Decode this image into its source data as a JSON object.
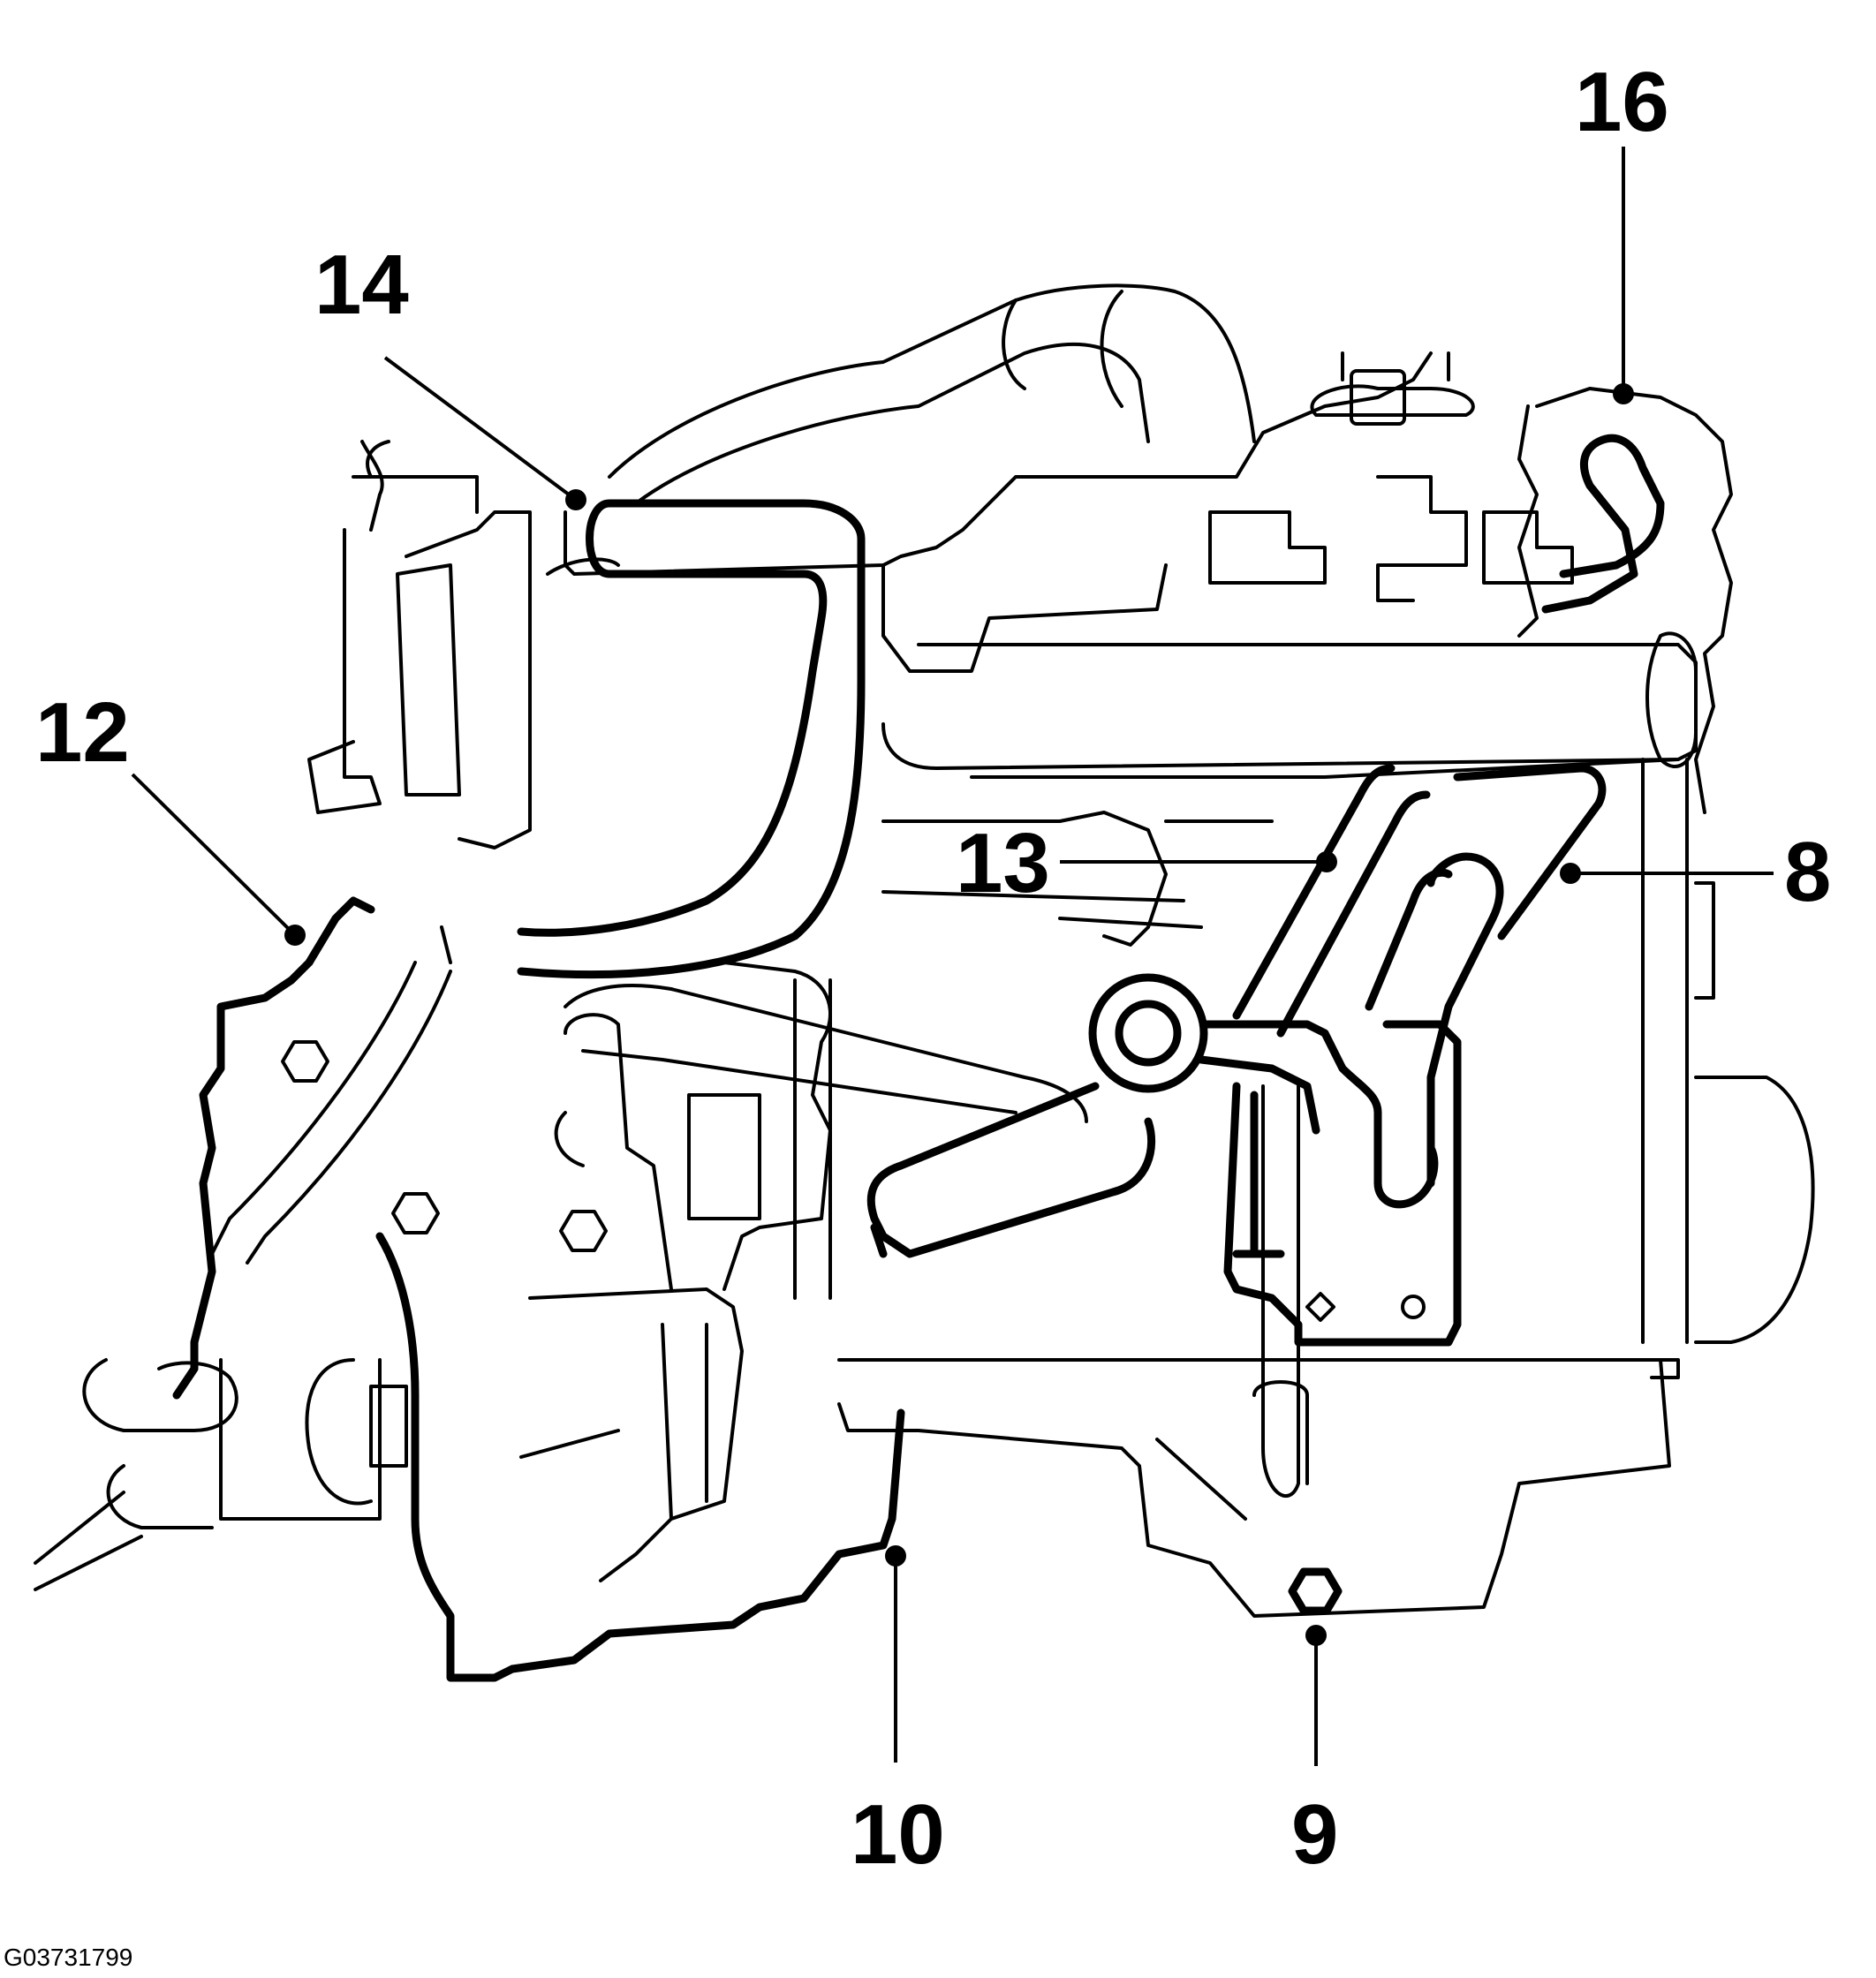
{
  "figure": {
    "id": "G03731799",
    "callouts": [
      {
        "key": "c8",
        "label": "8"
      },
      {
        "key": "c9",
        "label": "9"
      },
      {
        "key": "c10",
        "label": "10"
      },
      {
        "key": "c12",
        "label": "12"
      },
      {
        "key": "c13",
        "label": "13"
      },
      {
        "key": "c14",
        "label": "14"
      },
      {
        "key": "c16",
        "label": "16"
      }
    ]
  },
  "colors": {
    "ink": "#000000",
    "paper": "#ffffff"
  }
}
